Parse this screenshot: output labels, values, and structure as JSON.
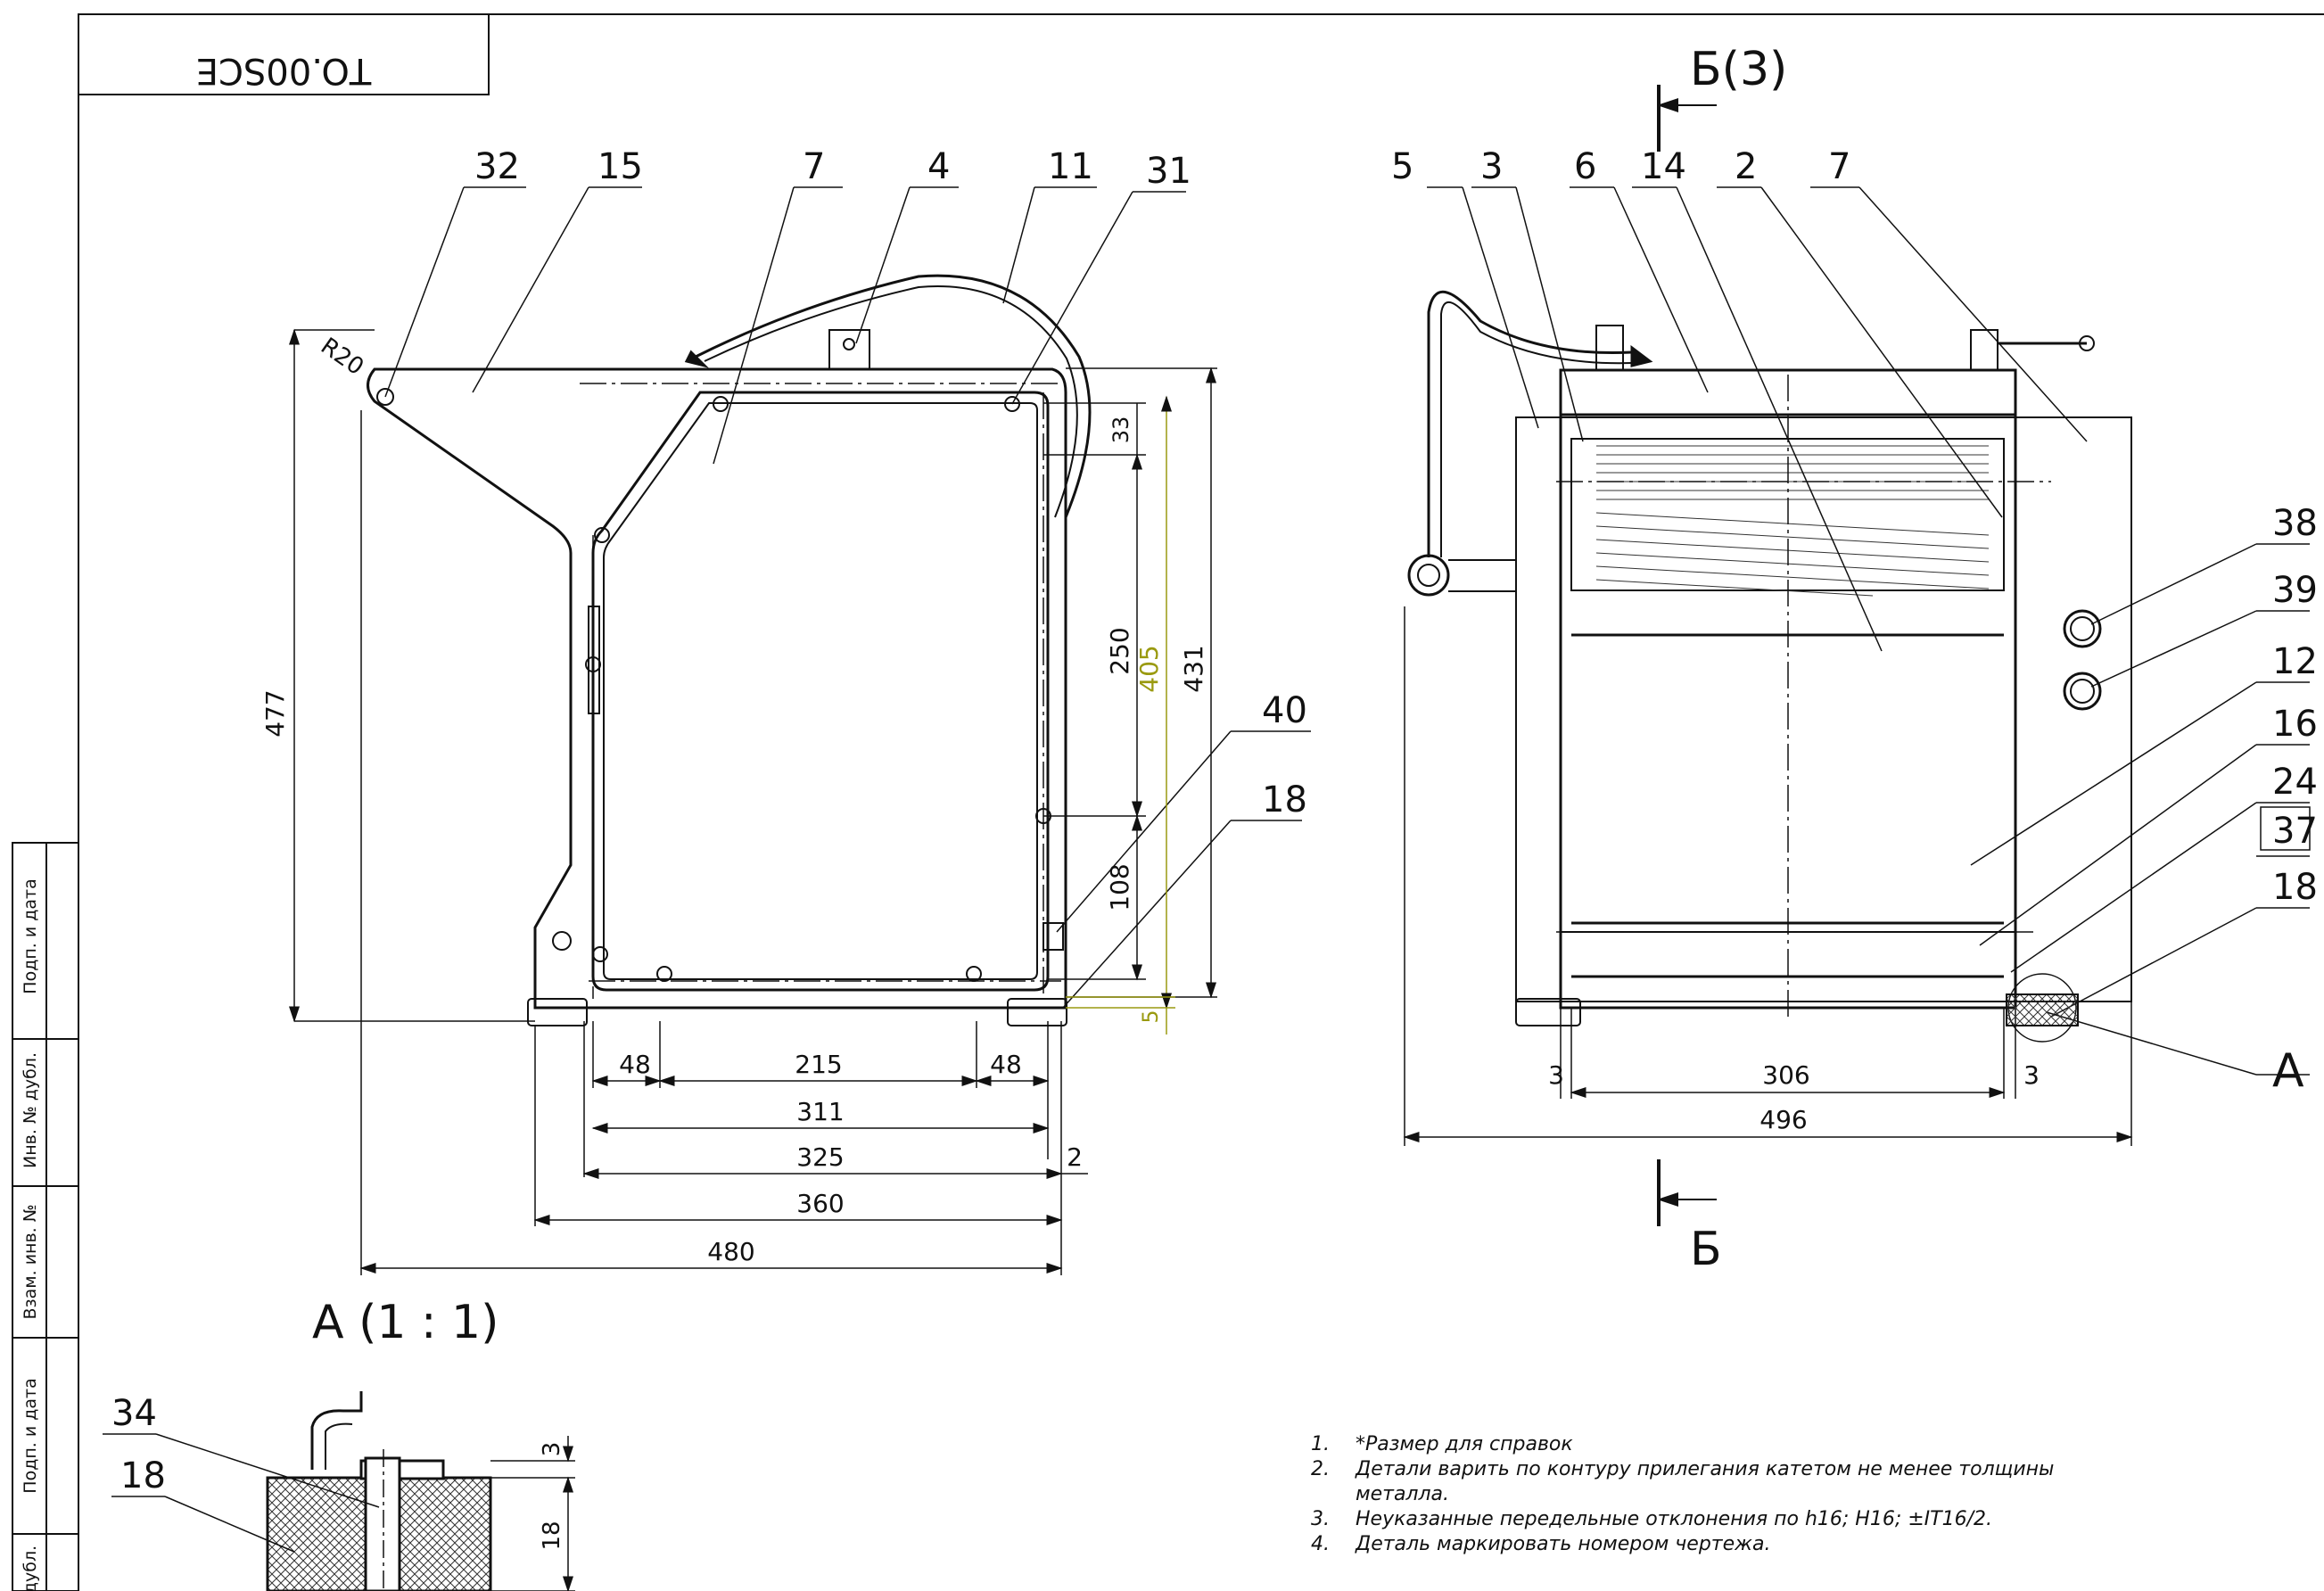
{
  "title_block": {
    "designation": "TO.00SCE",
    "tag": "37"
  },
  "side_stamp": [
    "Подп. и дата",
    "Инв. № дубл.",
    "Взам. инв. №",
    "Подп. и дата",
    "дубл."
  ],
  "view_labels": {
    "section_top": "Б(3)",
    "section_bottom": "Б",
    "detail_title": "A (1 : 1)",
    "detail_callout": "A"
  },
  "left_view": {
    "callouts": [
      "32",
      "15",
      "7",
      "4",
      "11",
      "31",
      "40",
      "18"
    ],
    "radius": "R20",
    "dims": {
      "height_total": "477",
      "h33": "33",
      "h250": "250",
      "h405": "405",
      "h431": "431",
      "h108": "108",
      "h5": "5",
      "w48a": "48",
      "w215": "215",
      "w48b": "48",
      "w311": "311",
      "w325": "325",
      "w2": "2",
      "w360": "360",
      "w480": "480"
    }
  },
  "right_view": {
    "callouts_top": [
      "5",
      "3",
      "6",
      "14",
      "2",
      "7"
    ],
    "callouts_side": [
      "38",
      "39",
      "12",
      "16",
      "24",
      "37",
      "18"
    ],
    "dims": {
      "w3a": "3",
      "w306": "306",
      "w3b": "3",
      "w496": "496"
    }
  },
  "detail": {
    "callouts": [
      "34",
      "18"
    ],
    "dims": {
      "h3": "3",
      "h18": "18"
    }
  },
  "notes": [
    {
      "num": "1.",
      "text": "*Размер для справок"
    },
    {
      "num": "2.",
      "text": "Детали варить по контуру прилегания катетом не менее толщины металла."
    },
    {
      "num": "3.",
      "text": "Неуказанные передельные отклонения по h16; H16; ±IT16/2."
    },
    {
      "num": "4.",
      "text": "Деталь маркировать номером чертежа."
    }
  ],
  "colors": {
    "line": "#111111",
    "highlight_dim": "#9a9a10",
    "hatch": "#333333"
  }
}
